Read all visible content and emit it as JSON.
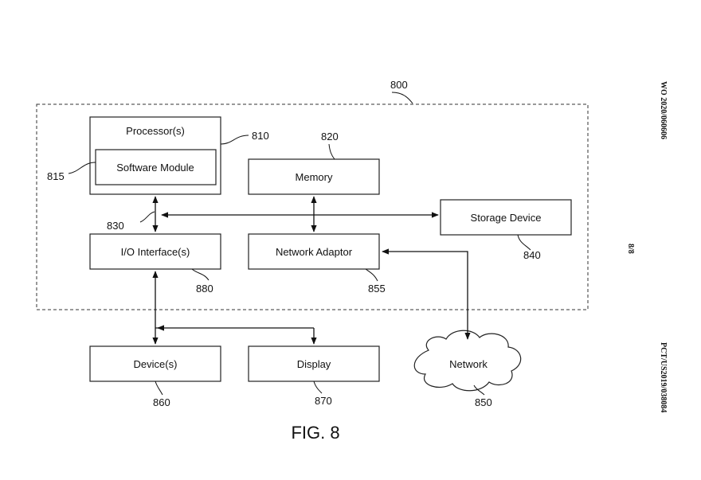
{
  "reference_numbers": {
    "system": "800",
    "processor": "810",
    "software_module": "815",
    "memory": "820",
    "bus": "830",
    "storage_device": "840",
    "network": "850",
    "network_adaptor": "855",
    "devices": "860",
    "display": "870",
    "io_interface": "880"
  },
  "blocks": {
    "processor": "Processor(s)",
    "software_module": "Software Module",
    "memory": "Memory",
    "storage_device": "Storage Device",
    "io_interface": "I/O Interface(s)",
    "network_adaptor": "Network Adaptor",
    "devices": "Device(s)",
    "display": "Display",
    "network": "Network"
  },
  "caption": "FIG. 8",
  "margin_text": {
    "publication": "WO 2020/060606",
    "sheet": "8/8",
    "application": "PCT/US2019/038084"
  }
}
